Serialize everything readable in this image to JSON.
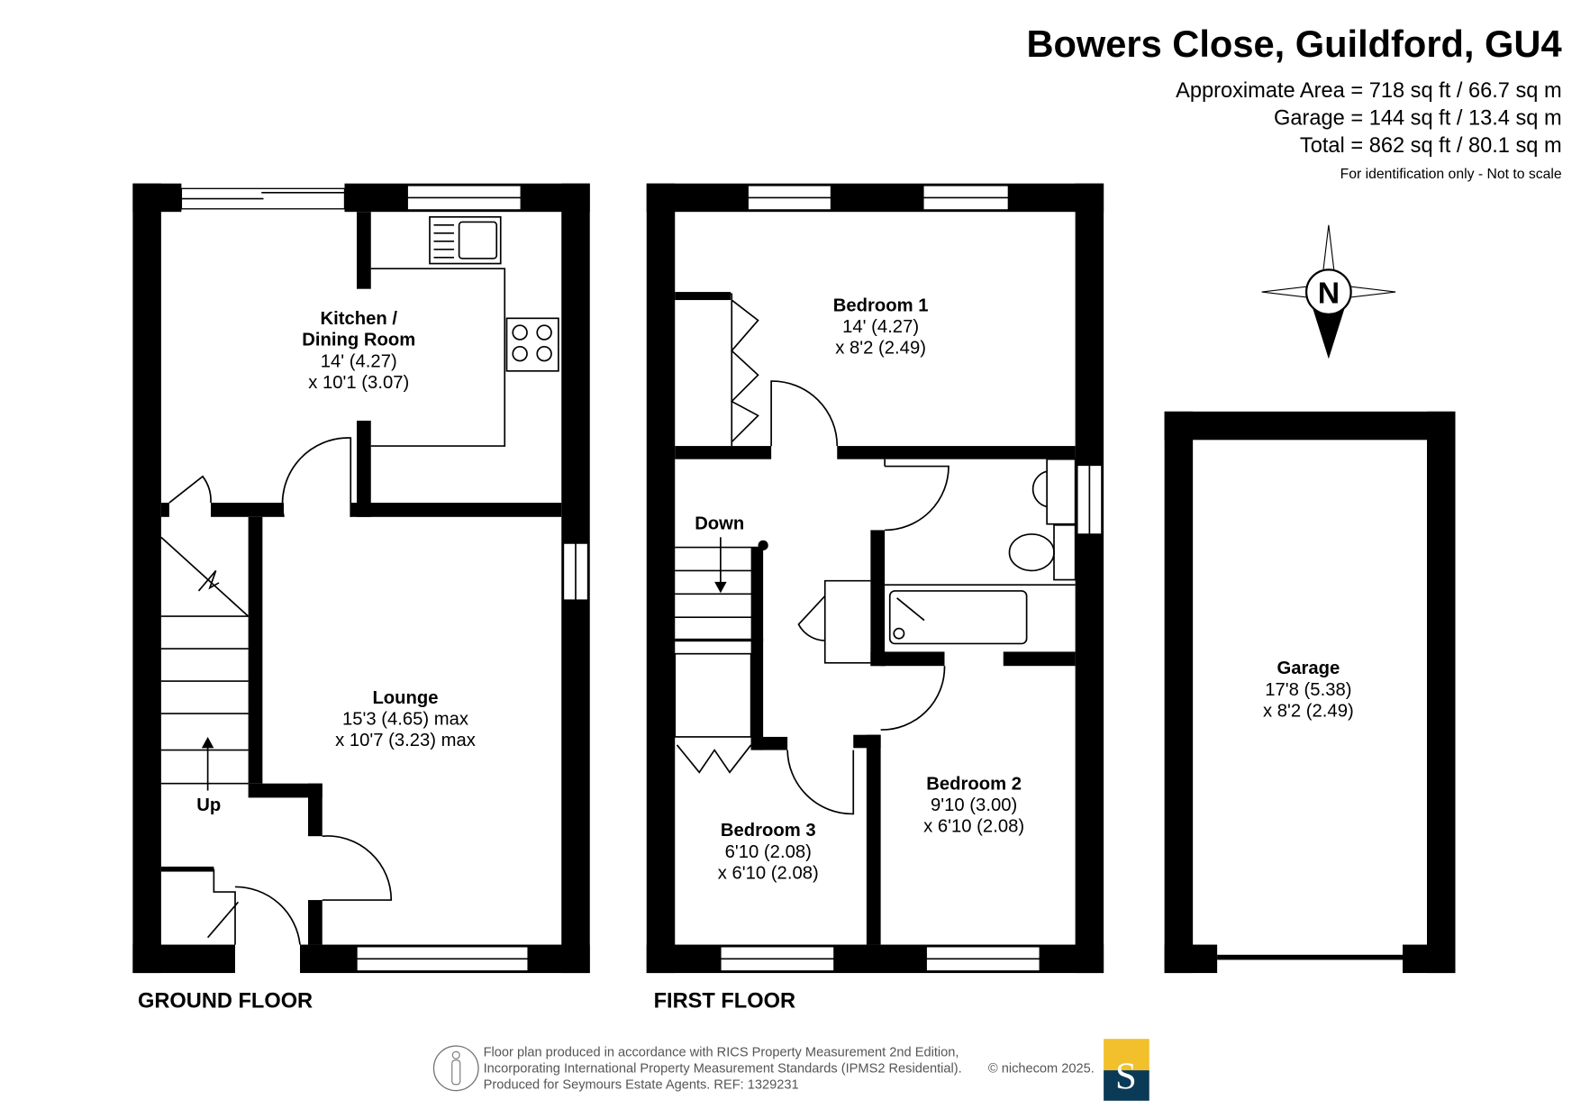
{
  "header": {
    "title": "Bowers Close, Guildford, GU4",
    "approx_area": "Approximate Area = 718 sq ft / 66.7 sq m",
    "garage_area": "Garage = 144 sq ft / 13.4 sq m",
    "total_area": "Total = 862 sq ft / 80.1 sq m",
    "disclaimer": "For identification only - Not to scale"
  },
  "compass": {
    "label": "N"
  },
  "ground_floor": {
    "label": "GROUND FLOOR",
    "stairs_label": "Up",
    "rooms": [
      {
        "name": "Kitchen /",
        "name2": "Dining Room",
        "dim1": "14' (4.27)",
        "dim2": "x 10'1 (3.07)"
      },
      {
        "name": "Lounge",
        "dim1": "15'3 (4.65) max",
        "dim2": "x 10'7 (3.23) max"
      }
    ]
  },
  "first_floor": {
    "label": "FIRST FLOOR",
    "stairs_label": "Down",
    "rooms": [
      {
        "name": "Bedroom 1",
        "dim1": "14' (4.27)",
        "dim2": "x 8'2 (2.49)"
      },
      {
        "name": "Bedroom 2",
        "dim1": "9'10 (3.00)",
        "dim2": "x 6'10 (2.08)"
      },
      {
        "name": "Bedroom 3",
        "dim1": "6'10 (2.08)",
        "dim2": "x 6'10 (2.08)"
      }
    ]
  },
  "garage": {
    "name": "Garage",
    "dim1": "17'8 (5.38)",
    "dim2": "x 8'2 (2.49)"
  },
  "footer": {
    "line1": "Floor plan produced in accordance with RICS Property Measurement 2nd Edition,",
    "line2": "Incorporating International Property Measurement Standards (IPMS2 Residential).",
    "copyright": "© nichecom 2025.",
    "line3": "Produced for Seymours Estate Agents.   REF: 1329231",
    "logo_letter": "S",
    "logo_colors": {
      "top": "#f1c02c",
      "bottom": "#0b3a57"
    }
  }
}
